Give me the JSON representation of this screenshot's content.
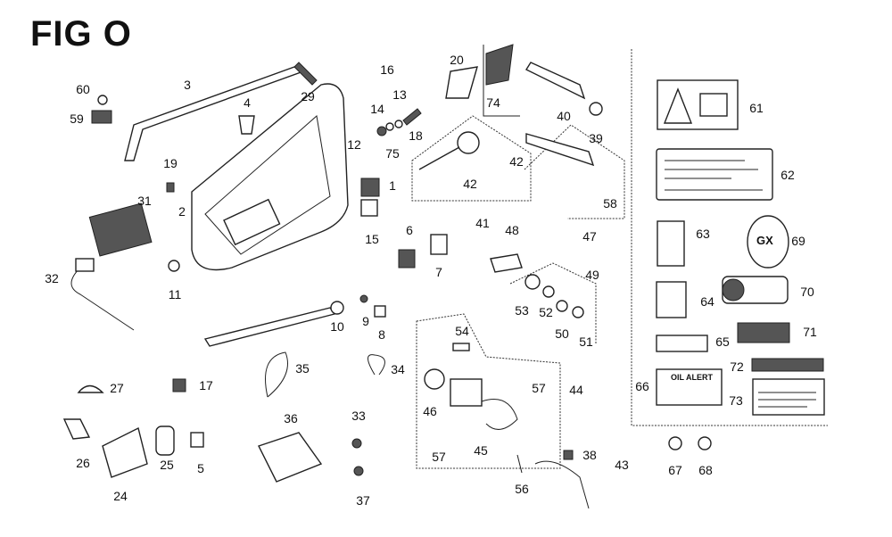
{
  "title": "FIG O",
  "labels": [
    "60",
    "59",
    "3",
    "4",
    "29",
    "16",
    "13",
    "14",
    "18",
    "12",
    "75",
    "1",
    "20",
    "74",
    "40",
    "39",
    "42",
    "42",
    "41",
    "15",
    "6",
    "7",
    "48",
    "49",
    "53",
    "52",
    "50",
    "51",
    "47",
    "58",
    "19",
    "31",
    "2",
    "32",
    "11",
    "10",
    "9",
    "8",
    "35",
    "34",
    "17",
    "27",
    "26",
    "24",
    "25",
    "5",
    "36",
    "33",
    "37",
    "54",
    "46",
    "57",
    "57",
    "45",
    "44",
    "56",
    "38",
    "43",
    "61",
    "62",
    "63",
    "69",
    "64",
    "70",
    "65",
    "71",
    "72",
    "66",
    "73",
    "67",
    "68"
  ],
  "stickers": {
    "oil_alert": "OIL ALERT",
    "logo": "GX"
  }
}
